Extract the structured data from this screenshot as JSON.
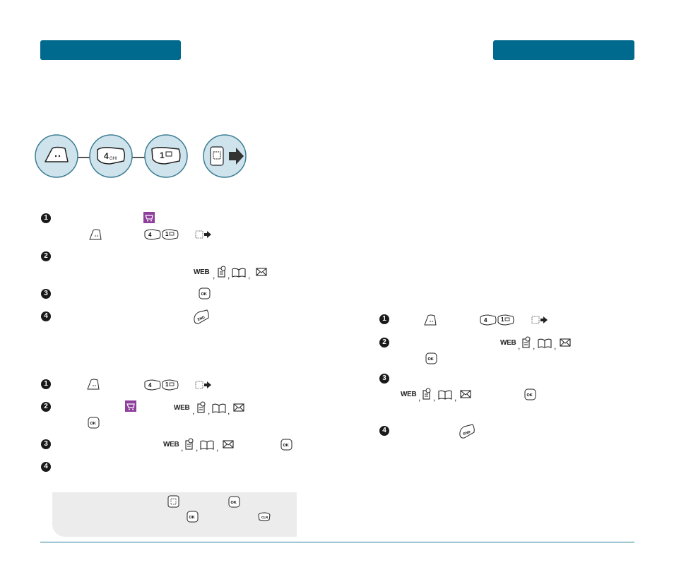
{
  "header": {
    "left_title": "",
    "right_title": ""
  },
  "key_sequence": {
    "keys": [
      "menu-softkey",
      "4 GHI",
      "1 voicemail"
    ],
    "nav_key": "navigation-right"
  },
  "labels": {
    "key4": "4",
    "key4_sub": "GHI",
    "key1": "1",
    "web": "WEB",
    "comma": ","
  },
  "colors": {
    "accent": "#006a8e",
    "circle_fill": "#cfe3ec",
    "icon_purple": "#8e3f9c"
  },
  "left_steps_a": [
    "1",
    "2",
    "3",
    "4"
  ],
  "left_steps_b": [
    "1",
    "2",
    "3",
    "4"
  ],
  "right_steps": [
    "1",
    "2",
    "3",
    "4"
  ]
}
